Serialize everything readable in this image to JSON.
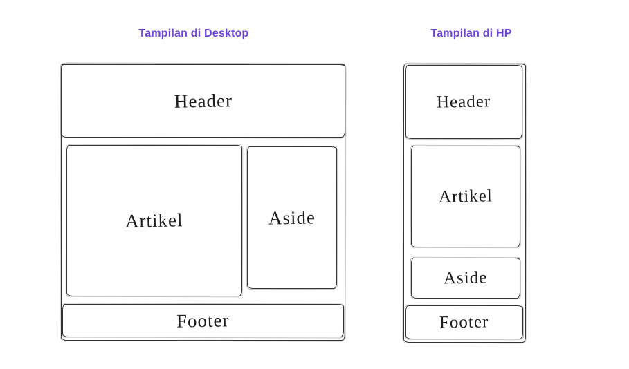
{
  "colors": {
    "background": "#ffffff",
    "title_text": "#6d43dd",
    "sketch_stroke": "#343434",
    "label_text": "#1e1e1e"
  },
  "desktop_view": {
    "title": "Tampilan di Desktop",
    "boxes": {
      "header": "Header",
      "artikel": "Artikel",
      "aside": "Aside",
      "footer": "Footer"
    }
  },
  "phone_view": {
    "title": "Tampilan di HP",
    "boxes": {
      "header": "Header",
      "artikel": "Artikel",
      "aside": "Aside",
      "footer": "Footer"
    }
  }
}
